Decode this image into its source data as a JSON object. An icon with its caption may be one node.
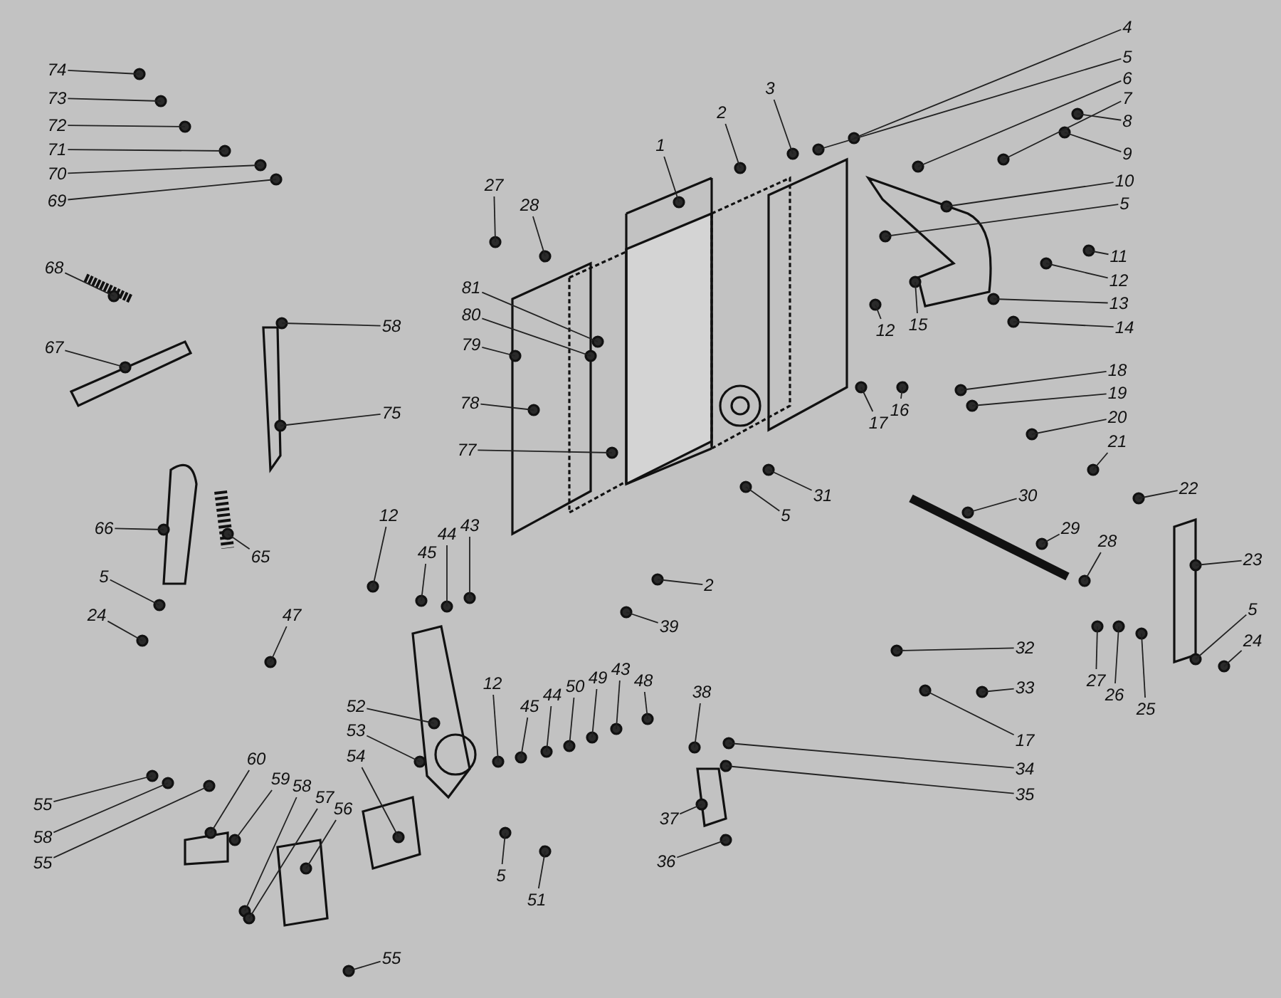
{
  "diagram": {
    "nodes": [
      {
        "text": [
          "74"
        ]
      },
      {
        "text": [
          "73"
        ]
      },
      {
        "text": [
          "72"
        ]
      },
      {
        "text": [
          "71"
        ]
      },
      {
        "text": [
          "70"
        ]
      },
      {
        "text": [
          "69"
        ]
      },
      {
        "text": [
          "68"
        ]
      },
      {
        "text": [
          "67"
        ]
      },
      {
        "text": [
          "58"
        ]
      },
      {
        "text": [
          "75"
        ]
      },
      {
        "text": [
          "27"
        ]
      },
      {
        "text": [
          "28"
        ]
      },
      {
        "text": [
          "81"
        ]
      },
      {
        "text": [
          "80"
        ]
      },
      {
        "text": [
          "79"
        ]
      },
      {
        "text": [
          "78"
        ]
      },
      {
        "text": [
          "77"
        ]
      },
      {
        "text": [
          "1"
        ]
      },
      {
        "text": [
          "2"
        ]
      },
      {
        "text": [
          "3"
        ]
      },
      {
        "text": [
          "4"
        ]
      },
      {
        "text": [
          "5"
        ]
      },
      {
        "text": [
          "6"
        ]
      },
      {
        "text": [
          "7"
        ]
      },
      {
        "text": [
          "8"
        ]
      },
      {
        "text": [
          "9"
        ]
      },
      {
        "text": [
          "10"
        ]
      },
      {
        "text": [
          "5"
        ]
      },
      {
        "text": [
          "11"
        ]
      },
      {
        "text": [
          "12"
        ]
      },
      {
        "text": [
          "13"
        ]
      },
      {
        "text": [
          "14"
        ]
      },
      {
        "text": [
          "15"
        ]
      },
      {
        "text": [
          "12"
        ]
      },
      {
        "text": [
          "16"
        ]
      },
      {
        "text": [
          "17"
        ]
      },
      {
        "text": [
          "18"
        ]
      },
      {
        "text": [
          "19"
        ]
      },
      {
        "text": [
          "20"
        ]
      },
      {
        "text": [
          "21"
        ]
      },
      {
        "text": [
          "22"
        ]
      },
      {
        "text": [
          "30"
        ]
      },
      {
        "text": [
          "29"
        ]
      },
      {
        "text": [
          "28"
        ]
      },
      {
        "text": [
          "23"
        ]
      },
      {
        "text": [
          "5"
        ]
      },
      {
        "text": [
          "24"
        ]
      },
      {
        "text": [
          "27"
        ]
      },
      {
        "text": [
          "26"
        ]
      },
      {
        "text": [
          "25"
        ]
      },
      {
        "text": [
          "32"
        ]
      },
      {
        "text": [
          "33"
        ]
      },
      {
        "text": [
          "17"
        ]
      },
      {
        "text": [
          "34"
        ]
      },
      {
        "text": [
          "35"
        ]
      },
      {
        "text": [
          "38"
        ]
      },
      {
        "text": [
          "37"
        ]
      },
      {
        "text": [
          "36"
        ]
      },
      {
        "text": [
          "31"
        ]
      },
      {
        "text": [
          "5"
        ]
      },
      {
        "text": [
          "2"
        ]
      },
      {
        "text": [
          "39"
        ]
      },
      {
        "text": [
          "48"
        ]
      },
      {
        "text": [
          "43"
        ]
      },
      {
        "text": [
          "49"
        ]
      },
      {
        "text": [
          "50"
        ]
      },
      {
        "text": [
          "44"
        ]
      },
      {
        "text": [
          "45"
        ]
      },
      {
        "text": [
          "12"
        ]
      },
      {
        "text": [
          "52"
        ]
      },
      {
        "text": [
          "53"
        ]
      },
      {
        "text": [
          "54"
        ]
      },
      {
        "text": [
          "5"
        ]
      },
      {
        "text": [
          "51"
        ]
      },
      {
        "text": [
          "55"
        ]
      },
      {
        "text": [
          "58"
        ]
      },
      {
        "text": [
          "55"
        ]
      },
      {
        "text": [
          "60"
        ]
      },
      {
        "text": [
          "59"
        ]
      },
      {
        "text": [
          "58"
        ]
      },
      {
        "text": [
          "57"
        ]
      },
      {
        "text": [
          "56"
        ]
      },
      {
        "text": [
          "55"
        ]
      },
      {
        "text": [
          "66"
        ]
      },
      {
        "text": [
          "65"
        ]
      },
      {
        "text": [
          "5"
        ]
      },
      {
        "text": [
          "24"
        ]
      },
      {
        "text": [
          "47"
        ]
      },
      {
        "text": [
          "12"
        ]
      },
      {
        "text": [
          "45"
        ]
      },
      {
        "text": [
          "44"
        ]
      },
      {
        "text": [
          "43"
        ]
      }
    ],
    "edges": [
      {
        "from": 0,
        "to": null,
        "arrow": "none"
      },
      {
        "from": 1,
        "to": null,
        "arrow": "none"
      },
      {
        "from": 2,
        "to": null,
        "arrow": "none"
      },
      {
        "from": 3,
        "to": null,
        "arrow": "none"
      },
      {
        "from": 4,
        "to": null,
        "arrow": "none"
      },
      {
        "from": 5,
        "to": null,
        "arrow": "none"
      },
      {
        "from": 6,
        "to": null,
        "arrow": "none"
      },
      {
        "from": 7,
        "to": null,
        "arrow": "none"
      },
      {
        "from": 8,
        "to": null,
        "arrow": "none"
      },
      {
        "from": 9,
        "to": null,
        "arrow": "none"
      },
      {
        "from": 10,
        "to": null,
        "arrow": "none"
      },
      {
        "from": 11,
        "to": null,
        "arrow": "none"
      },
      {
        "from": 12,
        "to": null,
        "arrow": "none"
      },
      {
        "from": 13,
        "to": null,
        "arrow": "none"
      },
      {
        "from": 14,
        "to": null,
        "arrow": "none"
      },
      {
        "from": 15,
        "to": null,
        "arrow": "none"
      },
      {
        "from": 16,
        "to": null,
        "arrow": "none"
      },
      {
        "from": 17,
        "to": null,
        "arrow": "none"
      },
      {
        "from": 18,
        "to": null,
        "arrow": "none"
      },
      {
        "from": 19,
        "to": null,
        "arrow": "none"
      },
      {
        "from": 20,
        "to": null,
        "arrow": "none"
      },
      {
        "from": 21,
        "to": null,
        "arrow": "none"
      },
      {
        "from": 22,
        "to": null,
        "arrow": "none"
      },
      {
        "from": 23,
        "to": null,
        "arrow": "none"
      },
      {
        "from": 24,
        "to": null,
        "arrow": "none"
      },
      {
        "from": 25,
        "to": null,
        "arrow": "none"
      },
      {
        "from": 26,
        "to": null,
        "arrow": "none"
      },
      {
        "from": 27,
        "to": null,
        "arrow": "none"
      },
      {
        "from": 28,
        "to": null,
        "arrow": "none"
      },
      {
        "from": 29,
        "to": null,
        "arrow": "none"
      },
      {
        "from": 30,
        "to": null,
        "arrow": "none"
      },
      {
        "from": 31,
        "to": null,
        "arrow": "none"
      },
      {
        "from": 32,
        "to": null,
        "arrow": "none"
      },
      {
        "from": 33,
        "to": null,
        "arrow": "none"
      },
      {
        "from": 34,
        "to": null,
        "arrow": "none"
      },
      {
        "from": 35,
        "to": null,
        "arrow": "none"
      },
      {
        "from": 36,
        "to": null,
        "arrow": "none"
      },
      {
        "from": 37,
        "to": null,
        "arrow": "none"
      },
      {
        "from": 38,
        "to": null,
        "arrow": "none"
      },
      {
        "from": 39,
        "to": null,
        "arrow": "none"
      },
      {
        "from": 40,
        "to": null,
        "arrow": "none"
      },
      {
        "from": 41,
        "to": null,
        "arrow": "none"
      },
      {
        "from": 42,
        "to": null,
        "arrow": "none"
      },
      {
        "from": 43,
        "to": null,
        "arrow": "none"
      },
      {
        "from": 44,
        "to": null,
        "arrow": "none"
      },
      {
        "from": 45,
        "to": null,
        "arrow": "none"
      },
      {
        "from": 46,
        "to": null,
        "arrow": "none"
      },
      {
        "from": 47,
        "to": null,
        "arrow": "none"
      },
      {
        "from": 48,
        "to": null,
        "arrow": "none"
      },
      {
        "from": 49,
        "to": null,
        "arrow": "none"
      },
      {
        "from": 50,
        "to": null,
        "arrow": "none"
      },
      {
        "from": 51,
        "to": null,
        "arrow": "none"
      },
      {
        "from": 52,
        "to": null,
        "arrow": "none"
      },
      {
        "from": 53,
        "to": null,
        "arrow": "none"
      },
      {
        "from": 54,
        "to": null,
        "arrow": "none"
      },
      {
        "from": 55,
        "to": null,
        "arrow": "none"
      },
      {
        "from": 56,
        "to": null,
        "arrow": "none"
      },
      {
        "from": 57,
        "to": null,
        "arrow": "none"
      },
      {
        "from": 58,
        "to": null,
        "arrow": "none"
      },
      {
        "from": 59,
        "to": null,
        "arrow": "none"
      },
      {
        "from": 60,
        "to": null,
        "arrow": "none"
      },
      {
        "from": 61,
        "to": null,
        "arrow": "none"
      },
      {
        "from": 62,
        "to": null,
        "arrow": "none"
      },
      {
        "from": 63,
        "to": null,
        "arrow": "none"
      },
      {
        "from": 64,
        "to": null,
        "arrow": "none"
      },
      {
        "from": 65,
        "to": null,
        "arrow": "none"
      },
      {
        "from": 66,
        "to": null,
        "arrow": "none"
      },
      {
        "from": 67,
        "to": null,
        "arrow": "none"
      },
      {
        "from": 68,
        "to": null,
        "arrow": "none"
      },
      {
        "from": 69,
        "to": null,
        "arrow": "none"
      },
      {
        "from": 70,
        "to": null,
        "arrow": "none"
      },
      {
        "from": 71,
        "to": null,
        "arrow": "none"
      },
      {
        "from": 72,
        "to": null,
        "arrow": "none"
      },
      {
        "from": 73,
        "to": null,
        "arrow": "none"
      },
      {
        "from": 74,
        "to": null,
        "arrow": "none"
      },
      {
        "from": 75,
        "to": null,
        "arrow": "none"
      },
      {
        "from": 76,
        "to": null,
        "arrow": "none"
      },
      {
        "from": 77,
        "to": null,
        "arrow": "none"
      },
      {
        "from": 78,
        "to": null,
        "arrow": "none"
      },
      {
        "from": 79,
        "to": null,
        "arrow": "none"
      },
      {
        "from": 80,
        "to": null,
        "arrow": "none"
      },
      {
        "from": 81,
        "to": null,
        "arrow": "none"
      },
      {
        "from": 82,
        "to": null,
        "arrow": "none"
      },
      {
        "from": 83,
        "to": null,
        "arrow": "none"
      },
      {
        "from": 84,
        "to": null,
        "arrow": "none"
      },
      {
        "from": 85,
        "to": null,
        "arrow": "none"
      },
      {
        "from": 86,
        "to": null,
        "arrow": "none"
      },
      {
        "from": 87,
        "to": null,
        "arrow": "none"
      },
      {
        "from": 88,
        "to": null,
        "arrow": "none"
      },
      {
        "from": 89,
        "to": null,
        "arrow": "none"
      },
      {
        "from": 90,
        "to": null,
        "arrow": "none"
      },
      {
        "from": 91,
        "to": null,
        "arrow": "none"
      }
    ]
  }
}
